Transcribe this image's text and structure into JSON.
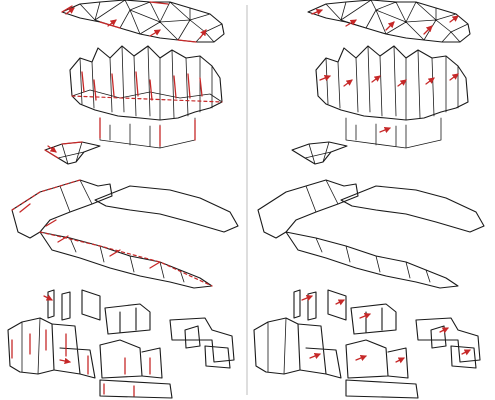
{
  "figure": {
    "panels": {
      "left": "seam-annotated",
      "right": "fold-annotated"
    },
    "rows": [
      "dome-roof",
      "walled-ring",
      "small-piece",
      "flat-pattern",
      "wall-network"
    ],
    "colors": {
      "ink": "#1a1a1a",
      "annotation": "#c62828",
      "background": "#ffffff"
    }
  }
}
